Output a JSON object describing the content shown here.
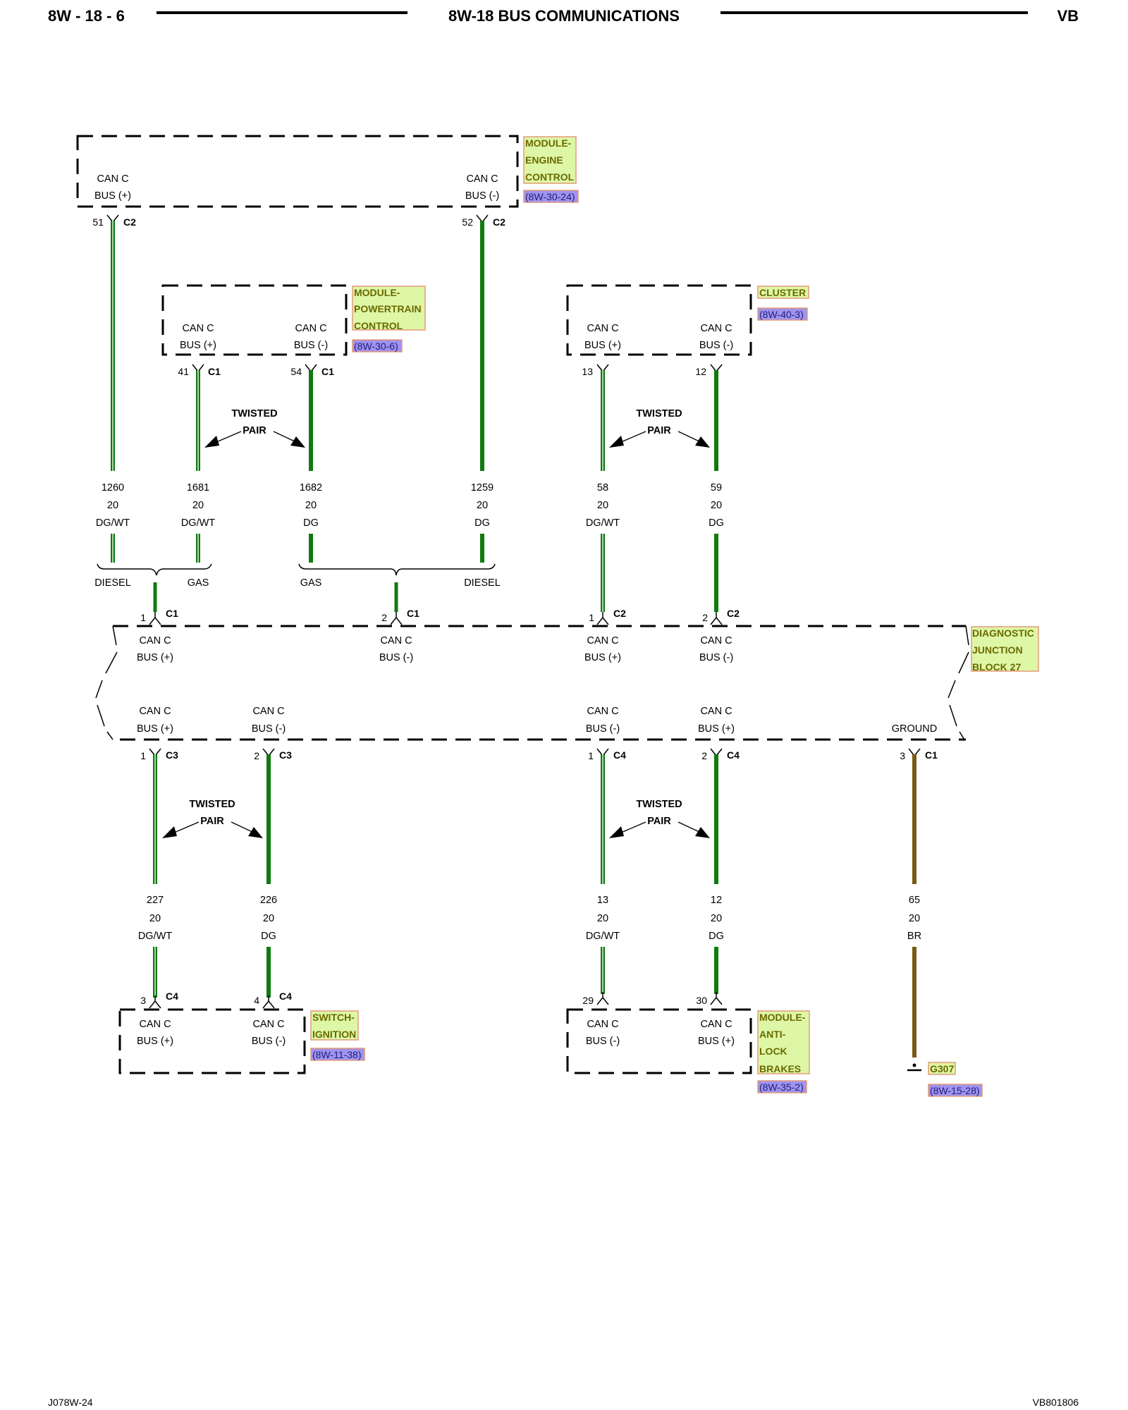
{
  "header": {
    "page_id": "8W - 18 - 6",
    "title": "8W-18 BUS COMMUNICATIONS",
    "model": "VB"
  },
  "footer": {
    "left": "J078W-24",
    "right": "VB801806"
  },
  "text": {
    "can_c": "CAN C",
    "bus_pos": "BUS (+)",
    "bus_neg": "BUS (-)",
    "ground": "GROUND",
    "twisted": "TWISTED",
    "pair": "PAIR",
    "diesel": "DIESEL",
    "gas": "GAS"
  },
  "components": {
    "ecm": {
      "lines": [
        "MODULE-",
        "ENGINE",
        "CONTROL"
      ],
      "ref": "(8W-30-24)"
    },
    "pcm": {
      "lines": [
        "MODULE-",
        "POWERTRAIN",
        "CONTROL"
      ],
      "ref": "(8W-30-6)"
    },
    "cluster": {
      "lines": [
        "CLUSTER"
      ],
      "ref": "(8W-40-3)"
    },
    "djb": {
      "lines": [
        "DIAGNOSTIC",
        "JUNCTION",
        "BLOCK 27"
      ]
    },
    "switch": {
      "lines": [
        "SWITCH-",
        "IGNITION"
      ],
      "ref": "(8W-11-38)"
    },
    "abs": {
      "lines": [
        "MODULE-",
        "ANTI-",
        "LOCK",
        "BRAKES"
      ],
      "ref": "(8W-35-2)"
    },
    "ground": {
      "lines": [
        "G307"
      ],
      "ref": "(8W-15-28)"
    }
  },
  "connectors": {
    "ecm_pos": {
      "pin": "51",
      "conn": "C2"
    },
    "ecm_neg": {
      "pin": "52",
      "conn": "C2"
    },
    "pcm_pos": {
      "pin": "41",
      "conn": "C1"
    },
    "pcm_neg": {
      "pin": "54",
      "conn": "C1"
    },
    "cl_pos": {
      "pin": "13"
    },
    "cl_neg": {
      "pin": "12"
    },
    "djb_c1_1": {
      "pin": "1",
      "conn": "C1"
    },
    "djb_c1_2": {
      "pin": "2",
      "conn": "C1"
    },
    "djb_c2_1": {
      "pin": "1",
      "conn": "C2"
    },
    "djb_c2_2": {
      "pin": "2",
      "conn": "C2"
    },
    "djb_c3_1": {
      "pin": "1",
      "conn": "C3"
    },
    "djb_c3_2": {
      "pin": "2",
      "conn": "C3"
    },
    "djb_c4_1": {
      "pin": "1",
      "conn": "C4"
    },
    "djb_c4_2": {
      "pin": "2",
      "conn": "C4"
    },
    "djb_gnd": {
      "pin": "3",
      "conn": "C1"
    },
    "sw_pos": {
      "pin": "3",
      "conn": "C4"
    },
    "sw_neg": {
      "pin": "4",
      "conn": "C4"
    },
    "abs_neg": {
      "pin": "29"
    },
    "abs_pos": {
      "pin": "30"
    }
  },
  "wires": {
    "w1260": {
      "circuit": "1260",
      "gauge": "20",
      "color": "DG/WT"
    },
    "w1681": {
      "circuit": "1681",
      "gauge": "20",
      "color": "DG/WT"
    },
    "w1682": {
      "circuit": "1682",
      "gauge": "20",
      "color": "DG"
    },
    "w1259": {
      "circuit": "1259",
      "gauge": "20",
      "color": "DG"
    },
    "w58": {
      "circuit": "58",
      "gauge": "20",
      "color": "DG/WT"
    },
    "w59": {
      "circuit": "59",
      "gauge": "20",
      "color": "DG"
    },
    "w227": {
      "circuit": "227",
      "gauge": "20",
      "color": "DG/WT"
    },
    "w226": {
      "circuit": "226",
      "gauge": "20",
      "color": "DG"
    },
    "w13": {
      "circuit": "13",
      "gauge": "20",
      "color": "DG/WT"
    },
    "w12": {
      "circuit": "12",
      "gauge": "20",
      "color": "DG"
    },
    "w65": {
      "circuit": "65",
      "gauge": "20",
      "color": "BR"
    }
  },
  "colors": {
    "wire_dg": "#0f7a0f",
    "wire_br": "#7a5a14",
    "component_fill": "#ddf7a6",
    "component_border": "#e59a7a",
    "component_text": "#6b6a00",
    "ref_fill": "#9f93ef",
    "ref_text": "#1f1f7a"
  }
}
